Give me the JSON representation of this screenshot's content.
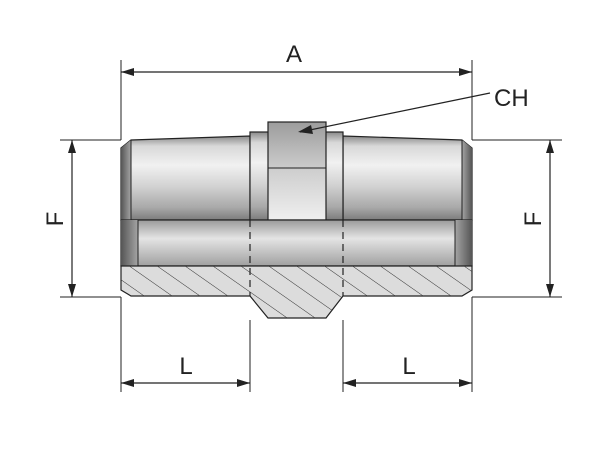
{
  "labels": {
    "overall_length": "A",
    "hex_size": "CH",
    "thread_diameter_left": "F",
    "thread_diameter_right": "F",
    "thread_length_left": "L",
    "thread_length_right": "L"
  },
  "colors": {
    "background": "#ffffff",
    "line": "#222222",
    "metal_light": "#e8e8e8",
    "metal_mid": "#b8b8b8",
    "metal_dark": "#6f6f6f",
    "section_fill": "#d9d9d9"
  }
}
